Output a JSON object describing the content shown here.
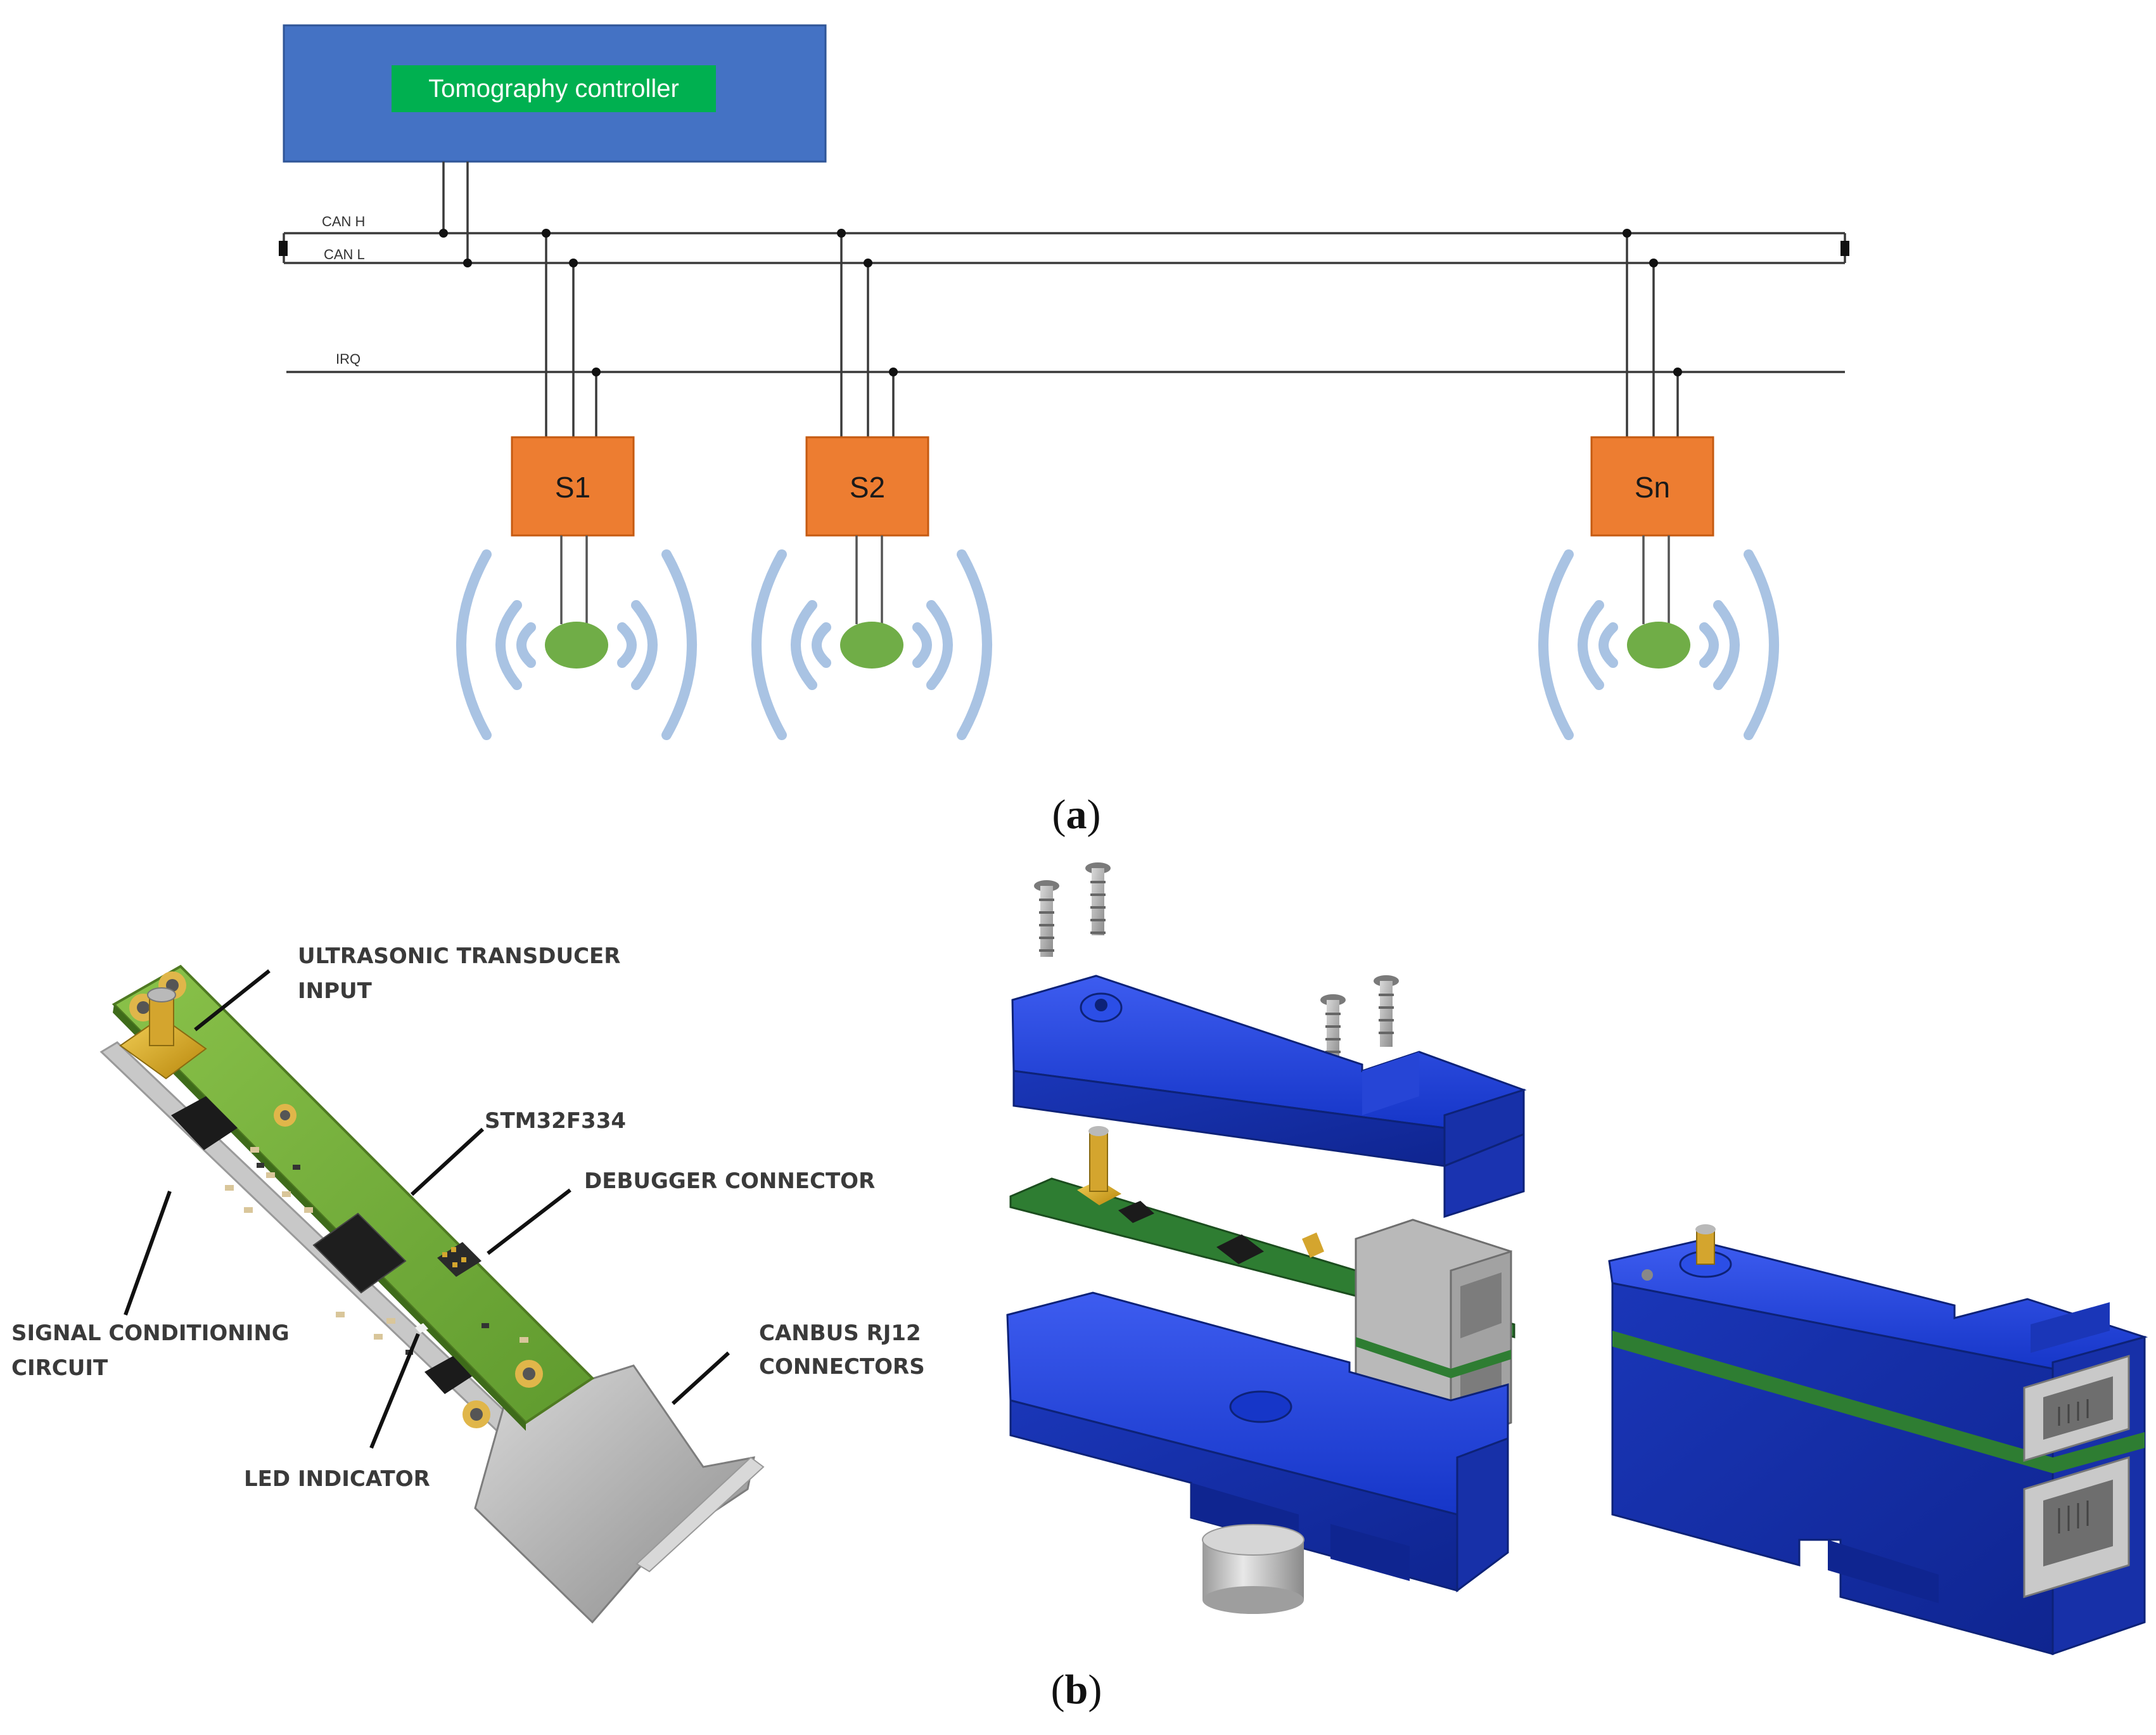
{
  "panel_a": {
    "label_open": "(",
    "label_letter": "a",
    "label_close": ")",
    "controller": {
      "label": "Tomography controller",
      "box_color": "#4472c4",
      "label_bg": "#00b050"
    },
    "bus": {
      "can_h": "CAN H",
      "can_l": "CAN L",
      "irq": "IRQ"
    },
    "sensors": [
      {
        "label": "S1"
      },
      {
        "label": "S2"
      },
      {
        "label": "Sn"
      }
    ],
    "sensor_color": "#ed7d31",
    "transducer_color": "#70ad47",
    "wave_color": "#a9c3e3"
  },
  "panel_b": {
    "label_open": "(",
    "label_letter": "b",
    "label_close": ")",
    "callouts": {
      "ultrasonic_line1": "ULTRASONIC TRANSDUCER",
      "ultrasonic_line2": "INPUT",
      "mcu": "STM32F334",
      "debugger": "DEBUGGER CONNECTOR",
      "signal_line1": "SIGNAL CONDITIONING",
      "signal_line2": "CIRCUIT",
      "canbus_line1": "CANBUS RJ12",
      "canbus_line2": "CONNECTORS",
      "led": "LED INDICATOR"
    },
    "housing_color": "#1f3fd6",
    "pcb_color": "#2e7d32"
  }
}
